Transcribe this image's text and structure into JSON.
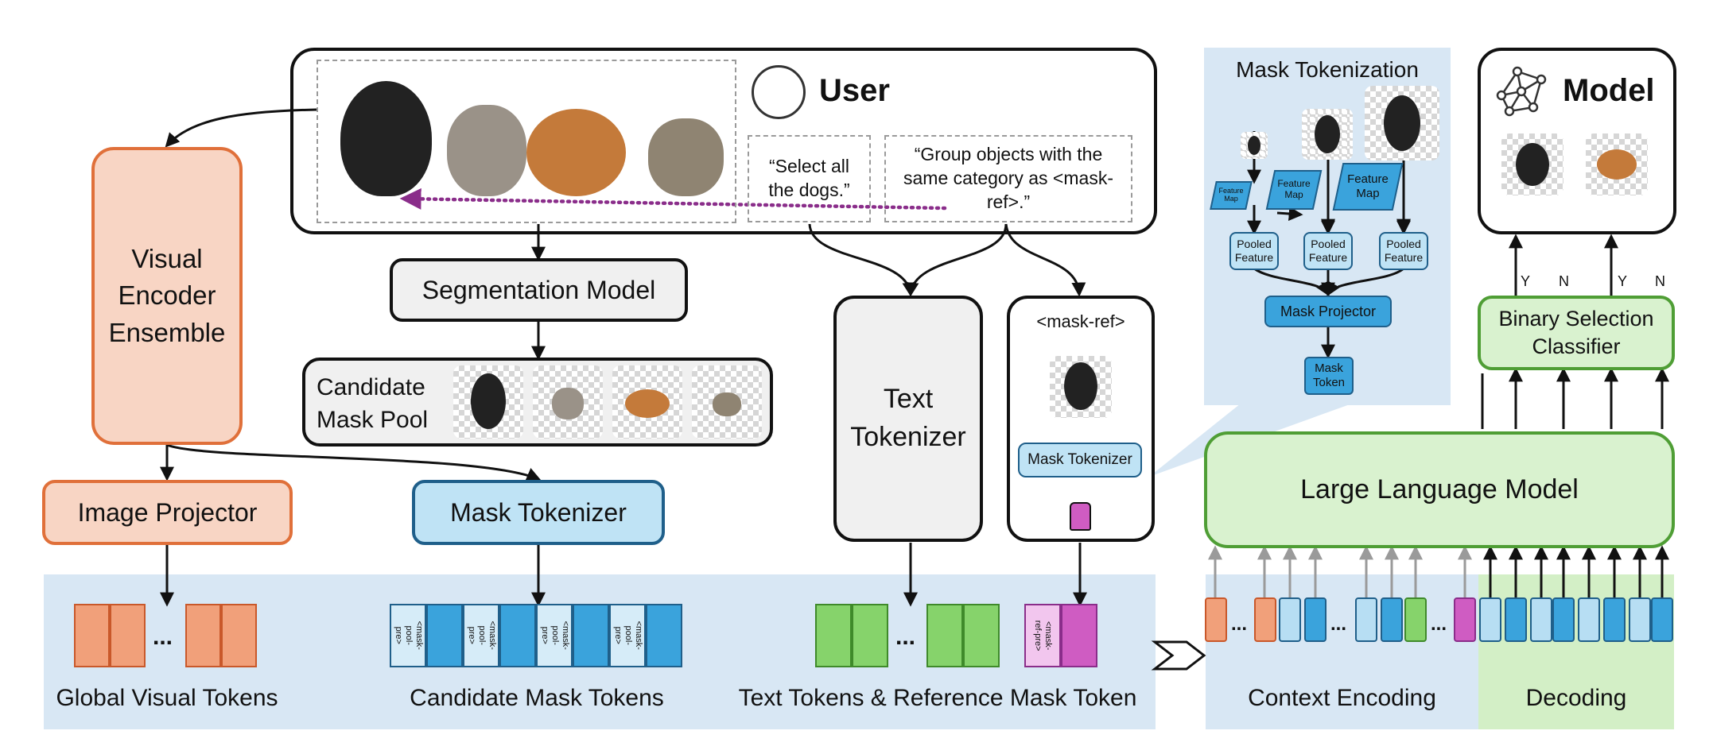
{
  "user": {
    "title": "User",
    "query_1": "“Select all the dogs.”",
    "query_2": "“Group objects with the same category as <mask-ref>.”"
  },
  "model_panel": {
    "title": "Model"
  },
  "blocks": {
    "visual_encoder": "Visual Encoder Ensemble",
    "segmentation_model": "Segmentation Model",
    "candidate_mask_pool": "Candidate Mask Pool",
    "image_projector": "Image Projector",
    "mask_tokenizer": "Mask Tokenizer",
    "text_tokenizer": "Text Tokenizer",
    "mask_ref": "<mask-ref>",
    "mask_tokenizer_small": "Mask Tokenizer",
    "llm": "Large Language Model",
    "binary_classifier": "Binary Selection Classifier"
  },
  "mask_tokenization": {
    "title": "Mask Tokenization",
    "feature_map": "Feature Map",
    "pooled_feature": "Pooled Feature",
    "mask_projector": "Mask Projector",
    "mask_token": "Mask Token"
  },
  "tokens": {
    "mask_pool_pre": "<mask-pool-pre>",
    "mask_ref_pre": "<mask-ref-pre>",
    "ellipsis": "..."
  },
  "classifier_outputs": [
    "Y",
    "N",
    "Y",
    "N"
  ],
  "bottom_labels": {
    "global_visual": "Global Visual Tokens",
    "candidate_mask": "Candidate Mask Tokens",
    "text_and_ref": "Text Tokens & Reference Mask Token",
    "context_encoding": "Context Encoding",
    "decoding": "Decoding"
  },
  "colors": {
    "orange_fill": "#f8d5c4",
    "orange_stroke": "#e0703a",
    "orange_token": "#f1a07a",
    "blue_fill": "#bfe3f5",
    "blue_stroke": "#1f5f8a",
    "blue_token": "#3aa3dc",
    "light_blue_token": "#b7def3",
    "green_fill": "#d9f2cf",
    "green_stroke": "#4f9e35",
    "green_token": "#86d36b",
    "pink_token": "#cf5cc2",
    "pink_light": "#f2c6ee",
    "band_blue": "#d8e7f4",
    "band_green": "#d3efc6",
    "gray_fill": "#f0f0f0"
  }
}
